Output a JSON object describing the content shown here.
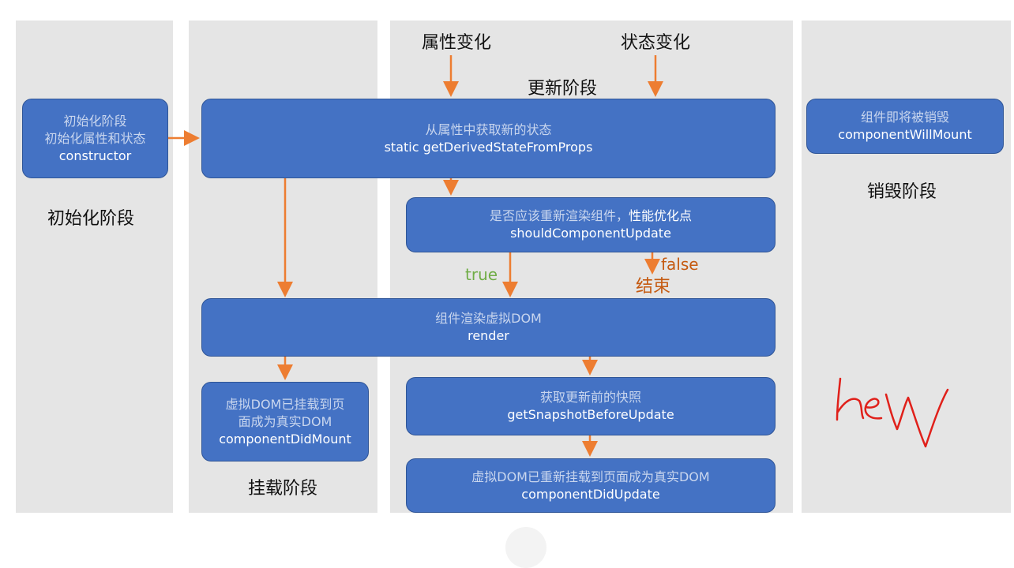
{
  "phases": {
    "init": "初始化阶段",
    "mount": "挂载阶段",
    "update": "更新阶段",
    "unmount": "销毁阶段"
  },
  "triggers": {
    "props_change": "属性变化",
    "state_change": "状态变化"
  },
  "boxes": {
    "constructor": {
      "line1": "初始化阶段",
      "line2": "初始化属性和状态",
      "line3": "constructor"
    },
    "derived": {
      "line1": "从属性中获取新的状态",
      "line2": "static getDerivedStateFromProps"
    },
    "should_update": {
      "line1a": "是否应该重新渲染组件，",
      "line1b": "性能优化点",
      "line2": "shouldComponentUpdate"
    },
    "render": {
      "line1": "组件渲染虚拟DOM",
      "line2": "render"
    },
    "did_mount": {
      "line1": "虚拟DOM已挂载到页",
      "line2": "面成为真实DOM",
      "line3": "componentDidMount"
    },
    "snapshot": {
      "line1": "获取更新前的快照",
      "line2": "getSnapshotBeforeUpdate"
    },
    "did_update": {
      "line1": "虚拟DOM已重新挂载到页面成为真实DOM",
      "line2": "componentDidUpdate"
    },
    "will_unmount": {
      "line1": "组件即将被销毁",
      "line2": "componentWillMount"
    }
  },
  "branches": {
    "true_label": "true",
    "false_label": "false",
    "end_label": "结束"
  },
  "handwriting": "hew",
  "colors": {
    "phase_bg": "#e5e5e5",
    "box_fill": "#4472c4",
    "box_border": "#2f5597",
    "arrow": "#ed7d31",
    "true_green": "#70ad47",
    "scribble_red": "#e0201a"
  }
}
